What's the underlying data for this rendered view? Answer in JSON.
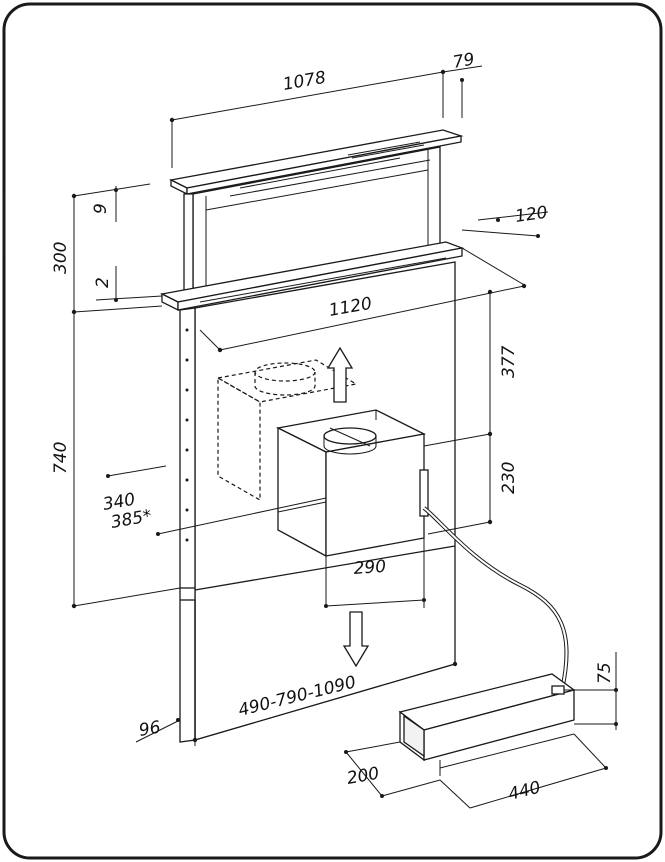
{
  "dimensions": {
    "d1078": "1078",
    "d79": "79",
    "d120": "120",
    "d9": "9",
    "d300": "300",
    "d2": "2",
    "d1120": "1120",
    "d377": "377",
    "d740": "740",
    "d230": "230",
    "d340": "340",
    "d385": "385*",
    "d290": "290",
    "d490": "490-790-1090",
    "d75": "75",
    "d96": "96",
    "d200": "200",
    "d440": "440"
  }
}
